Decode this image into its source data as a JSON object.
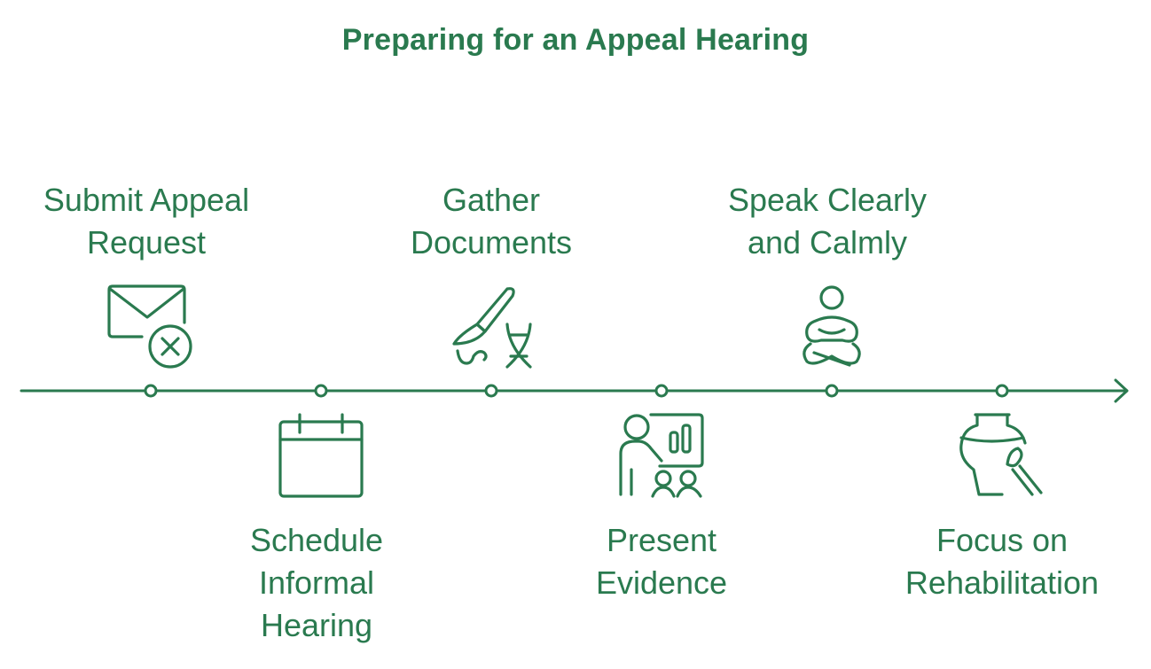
{
  "title": "Preparing for an Appeal Hearing",
  "colors": {
    "primary": "#2a7a4f",
    "background": "#ffffff"
  },
  "steps": [
    {
      "label_lines": [
        "Submit Appeal",
        "Request"
      ],
      "position": "above",
      "icon": "envelope-x-icon"
    },
    {
      "label_lines": [
        "Schedule",
        "Informal",
        "Hearing"
      ],
      "position": "below",
      "icon": "calendar-icon"
    },
    {
      "label_lines": [
        "Gather",
        "Documents"
      ],
      "position": "above",
      "icon": "scalpel-dna-icon"
    },
    {
      "label_lines": [
        "Present",
        "Evidence"
      ],
      "position": "below",
      "icon": "presenter-chart-icon"
    },
    {
      "label_lines": [
        "Speak Clearly",
        "and Calmly"
      ],
      "position": "above",
      "icon": "meditation-person-icon"
    },
    {
      "label_lines": [
        "Focus on",
        "Rehabilitation"
      ],
      "position": "below",
      "icon": "vase-brush-icon"
    }
  ]
}
